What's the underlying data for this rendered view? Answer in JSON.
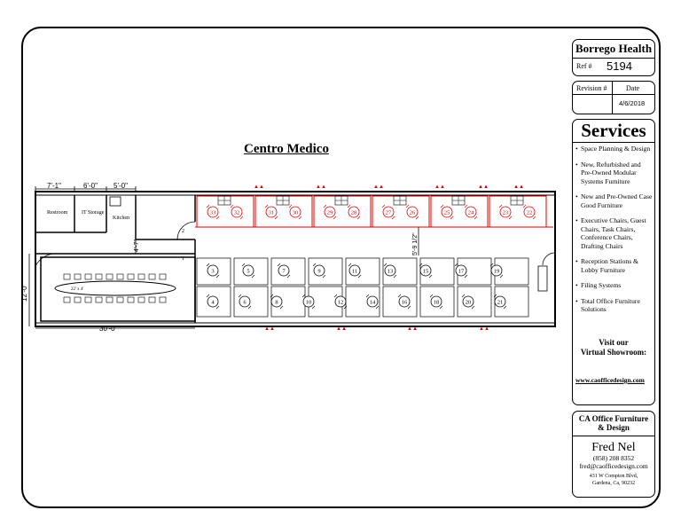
{
  "drawing_title": "Centro Medico",
  "title_block": {
    "company": "Borrego Health",
    "ref_label": "Ref #",
    "ref_number": "5194",
    "revision_label": "Revision #",
    "date_label": "Date",
    "date_value": "4/6/2018"
  },
  "services": {
    "heading": "Services",
    "items": [
      "Space Planning & Design",
      "New, Refurbished and Pre-Owned Modular Systems Furniture",
      "New and Pre-Owned Case Good Furniture",
      "Executive Chairs, Guest Chairs, Task Chairs, Conference Chairs, Drafting Chairs",
      "Reception Stations & Lobby Furniture",
      "Filing Systems",
      "Total Office Furniture Solutions"
    ],
    "visit_line1": "Visit our",
    "visit_line2": "Virtual Showroom:",
    "website": "www.caofficedesign.com"
  },
  "contact": {
    "company_line1": "CA Office Furniture",
    "company_line2": "& Design",
    "person": "Fred Nel",
    "phone": "(858) 208 8352",
    "email": "fred@caofficedesign.com",
    "address_line1": "431 W Compton Blvd,",
    "address_line2": "Gardena, Ca, 90232"
  },
  "plan": {
    "dim_top": [
      "7'-1\"",
      "6'-0\"",
      "5'-0\""
    ],
    "dim_bottom": "30'-0\"",
    "dim_left": "12'-0\"",
    "dim_vertical": "4'-7\"",
    "dim_corridor": "5'-9 1/2\"",
    "rooms": [
      "Restroom",
      "IT Storage",
      "Kitchen"
    ],
    "table_label": "22' x 4'",
    "door_labels": [
      "2",
      "1"
    ],
    "top_row_stations": [
      "33",
      "32",
      "31",
      "30",
      "29",
      "28",
      "27",
      "26",
      "25",
      "24",
      "23",
      "22"
    ],
    "mid_row_stations": [
      "3",
      "5",
      "7",
      "9",
      "11",
      "13",
      "15",
      "17",
      "19"
    ],
    "bottom_row_stations": [
      "4",
      "6",
      "8",
      "10",
      "12",
      "14",
      "16",
      "18",
      "20",
      "21"
    ]
  }
}
